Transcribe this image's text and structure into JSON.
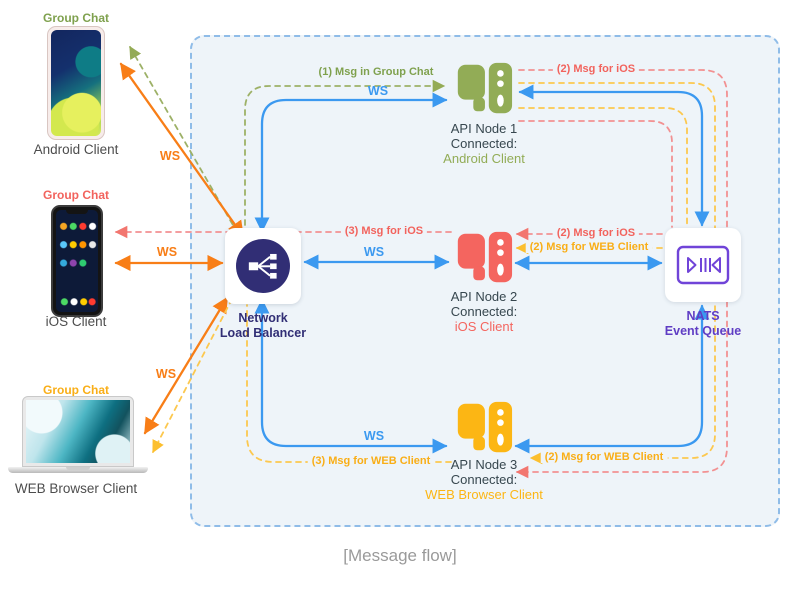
{
  "caption": "[Message flow]",
  "clients": [
    {
      "chat_label": "Group Chat",
      "name": "Android Client"
    },
    {
      "chat_label": "Group Chat",
      "name": "iOS Client"
    },
    {
      "chat_label": "Group Chat",
      "name": "WEB Browser Client"
    }
  ],
  "load_balancer": {
    "line1": "Network",
    "line2": "Load Balancer"
  },
  "nats": {
    "line1": "NATS",
    "line2": "Event Queue"
  },
  "nodes": [
    {
      "title": "API Node 1",
      "subtitle": "Connected:",
      "client": "Android Client"
    },
    {
      "title": "API Node 2",
      "subtitle": "Connected:",
      "client": "iOS Client"
    },
    {
      "title": "API Node 3",
      "subtitle": "Connected:",
      "client": "WEB Browser Client"
    }
  ],
  "edge_labels": {
    "ws": "WS",
    "msg1": "(1) Msg in Group Chat",
    "msg2_ios": "(2) Msg for iOS",
    "msg2_web": "(2) Msg for WEB Client",
    "msg3_ios": "(3) Msg for iOS",
    "msg3_web": "(3) Msg for WEB Client"
  },
  "colors": {
    "android_green": "#92ac56",
    "ios_red": "#f4655f",
    "web_amber": "#fcb614",
    "ws_blue": "#3b99f0",
    "client_ws_orange": "#f87e17",
    "lb_navy": "#312e75",
    "nats_purple": "#7044d8"
  }
}
